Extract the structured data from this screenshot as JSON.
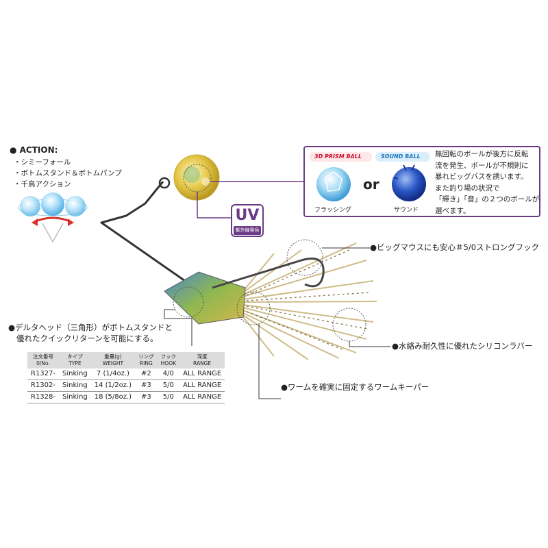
{
  "action": {
    "title": "● ACTION:",
    "items": [
      "・シミーフォール",
      "・ボトムスタンド＆ボトムパンプ",
      "・千鳥アクション"
    ]
  },
  "info_box": {
    "prism_ball_label": "3D PRISM BALL",
    "sound_ball_label": "SOUND BALL",
    "or_text": "or",
    "flashing_label": "フラッシング",
    "sound_label": "サウンド",
    "description_lines": [
      "無回転のボールが後方に反転",
      "流を発生、ボールが不規則に",
      "暴れビッグバスを誘います。",
      "また釣り場の状況で",
      "「輝き」「音」の２つのボールが",
      "選べます。"
    ]
  },
  "uv_badge": {
    "label": "UV",
    "sub": "紫外線発色"
  },
  "callouts": {
    "hook": "●ビッグマウスにも安心＃5/0ストロングフック",
    "skirt": "●水絡み耐久性に優れたシリコンラバー",
    "keeper": "●ワームを確実に固定するワームキーパー",
    "head_line1": "●デルタヘッド（三角形）がボトムスタンドと",
    "head_line2": "優れたクイックリターンを可能にする。"
  },
  "spec_table": {
    "headers": [
      [
        "注文番号",
        "0/No."
      ],
      [
        "タイプ",
        "TYPE"
      ],
      [
        "重量(g)",
        "WEIGHT"
      ],
      [
        "リング",
        "RING"
      ],
      [
        "フック",
        "HOOK"
      ],
      [
        "深度",
        "RANGE"
      ]
    ],
    "rows": [
      [
        "R1327-",
        "Sinking",
        "7 (1/4oz.)",
        "#2",
        "4/0",
        "ALL RANGE"
      ],
      [
        "R1302-",
        "Sinking",
        "14 (1/2oz.)",
        "#3",
        "5/0",
        "ALL RANGE"
      ],
      [
        "R1328-",
        "Sinking",
        "18 (5/8oz.)",
        "#3",
        "5/0",
        "ALL RANGE"
      ]
    ]
  },
  "colors": {
    "accent_purple": "#6b3a86",
    "prism_red": "#c8102e",
    "sound_blue": "#1a73b8",
    "skirt_gold": "#c8b070"
  },
  "icons": [
    "prism-ball-icon",
    "sound-ball-icon",
    "action-diagram-icon",
    "spinnerbait-lure-image"
  ]
}
